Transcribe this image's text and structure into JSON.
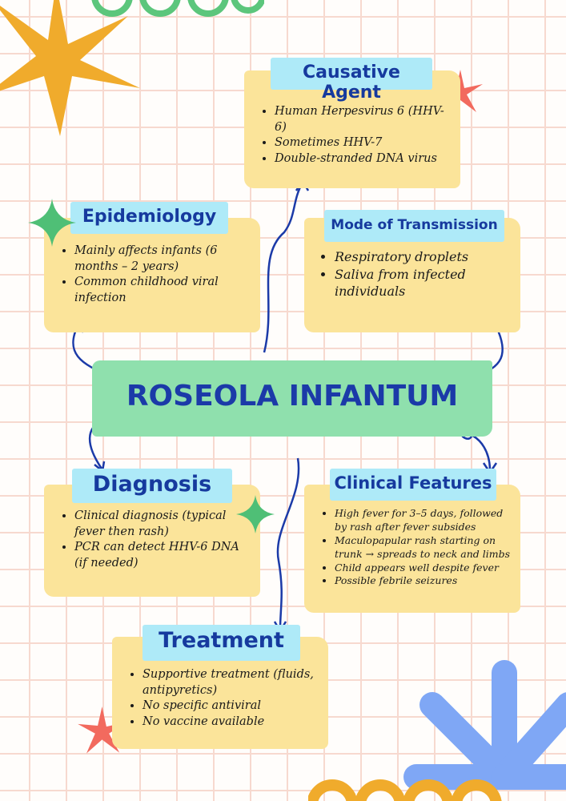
{
  "title": "ROSEOLA INFANTUM",
  "sections": {
    "causative": {
      "heading": "Causative Agent",
      "items": [
        "Human Herpesvirus 6 (HHV-6)",
        "Sometimes HHV-7",
        "Double-stranded DNA virus"
      ]
    },
    "epidemiology": {
      "heading": "Epidemiology",
      "items": [
        "Mainly affects infants (6 months – 2 years)",
        "Common childhood viral infection"
      ]
    },
    "transmission": {
      "heading": "Mode of Transmission",
      "items": [
        "Respiratory droplets",
        "Saliva from infected individuals"
      ]
    },
    "diagnosis": {
      "heading": "Diagnosis",
      "items": [
        "Clinical diagnosis (typical fever then rash)",
        "PCR can detect HHV-6 DNA (if needed)"
      ]
    },
    "clinical": {
      "heading": "Clinical Features",
      "items": [
        "High fever for 3–5 days, followed by rash after fever subsides",
        "Maculopapular rash starting on trunk → spreads to neck and limbs",
        "Child appears well despite fever",
        "Possible febrile seizures"
      ]
    },
    "treatment": {
      "heading": "Treatment",
      "items": [
        "Supportive treatment (fluids, antipyretics)",
        "No specific antiviral",
        "No vaccine available"
      ]
    }
  },
  "colors": {
    "card": "#fbe49a",
    "tab": "#aeeaf8",
    "heading": "#163a9e",
    "banner": "#8fe0ad"
  }
}
